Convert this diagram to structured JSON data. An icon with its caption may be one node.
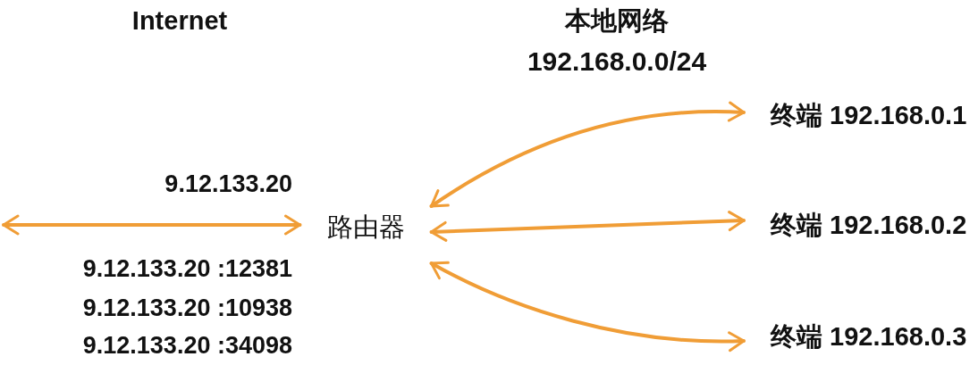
{
  "diagram": {
    "nodes": [
      {
        "text": [
          "路由器"
        ]
      },
      {
        "text": [
          "终端 192.168.0.1"
        ]
      },
      {
        "text": [
          "终端 192.168.0.2"
        ]
      },
      {
        "text": [
          "终端 192.168.0.3"
        ]
      }
    ],
    "edges": [
      {
        "from": null,
        "to": 0,
        "arrow": "both"
      },
      {
        "from": 0,
        "to": 1,
        "arrow": "both"
      },
      {
        "from": 0,
        "to": 2,
        "arrow": "both"
      },
      {
        "from": 0,
        "to": 3,
        "arrow": "both"
      }
    ],
    "labels": [
      "Internet",
      "本地网络",
      "192.168.0.0/24",
      "9.12.133.20",
      "9.12.133.20 :12381",
      "9.12.133.20 :10938",
      "9.12.133.20 :34098"
    ]
  }
}
